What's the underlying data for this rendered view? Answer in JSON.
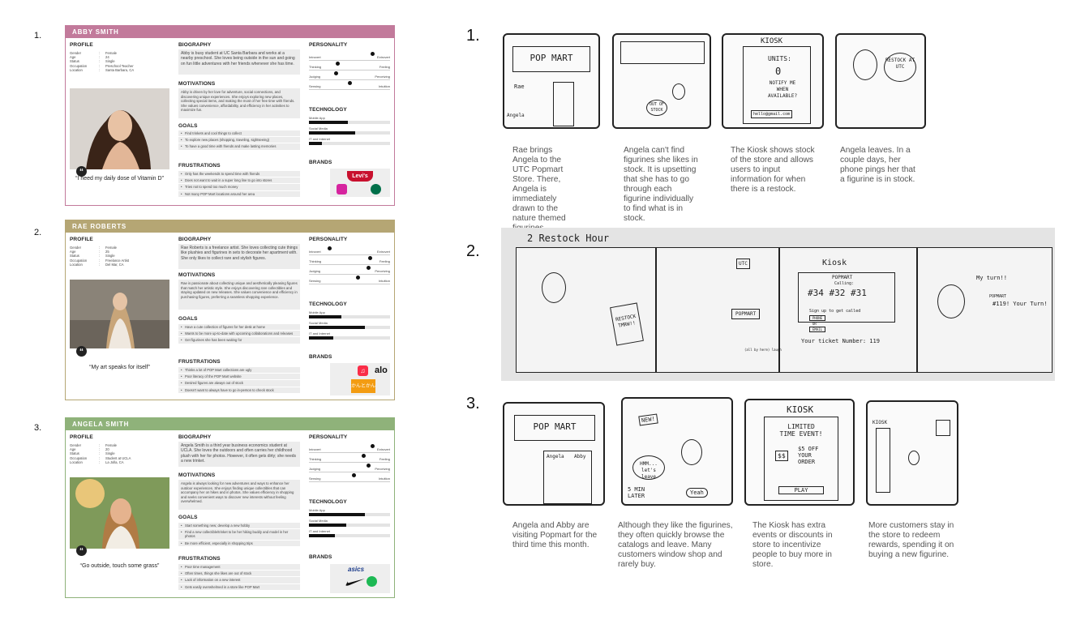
{
  "personas": [
    {
      "index": "1.",
      "name": "ABBY SMITH",
      "color": "#c27a9b",
      "profile_title": "PROFILE",
      "profile": [
        [
          "Gender",
          "Female"
        ],
        [
          "Age",
          "24"
        ],
        [
          "Status",
          "Single"
        ],
        [
          "Occupation",
          "Preschool Teacher"
        ],
        [
          "Location",
          "Santa Barbara, CA"
        ]
      ],
      "quote": "“I need my daily dose of Vitamin D”",
      "biography_title": "BIOGRAPHY",
      "biography": "Abby is busy student at UC Santa Barbara and works at a nearby preschool. She loves being outside in the sun and going on fun little adventures with her friends whenever she has time.",
      "motivations_title": "MOTIVATIONS",
      "motivations": "Abby is driven by her love for adventure, social connections, and discovering unique experiences. She enjoys exploring new places, collecting special items, and making the most of her free time with friends. She values convenience, affordability, and efficiency in her activities to maximize fun.",
      "goals_title": "GOALS",
      "goals": [
        "Find trinkets and cool things to collect",
        "To explore new places (shopping, traveling, sightseeing)",
        "To have a good time with friends and make lasting memories"
      ],
      "frustrations_title": "FRUSTRATIONS",
      "frustrations": [
        "Only has the weekends to spend time with friends",
        "Does not want to wait in a super long line to go into stores",
        "Tries not to spend too much money",
        "Not many POP Mart locations around her area"
      ],
      "personality_title": "PERSONALITY",
      "personality": [
        {
          "left": "Introvert",
          "right": "Extrovert",
          "value": 0.78
        },
        {
          "left": "Thinking",
          "right": "Feeling",
          "value": 0.35
        },
        {
          "left": "Judging",
          "right": "Perceiving",
          "value": 0.33
        },
        {
          "left": "Sensing",
          "right": "Intuition",
          "value": 0.5
        }
      ],
      "technology_title": "TECHNOLOGY",
      "technology": [
        {
          "label": "Mobile App",
          "value": 0.48
        },
        {
          "label": "Social Media",
          "value": 0.57
        },
        {
          "label": "IT and Internet",
          "value": 0.16
        }
      ],
      "brands_title": "BRANDS",
      "brands": [
        "Levi's",
        "Instagram",
        "Starbucks"
      ]
    },
    {
      "index": "2.",
      "name": "RAE ROBERTS",
      "color": "#b5a674",
      "profile_title": "PROFILE",
      "profile": [
        [
          "Gender",
          "Female"
        ],
        [
          "Age",
          "25"
        ],
        [
          "Status",
          "Single"
        ],
        [
          "Occupation",
          "Freelance Artist"
        ],
        [
          "Location",
          "Del Mar, CA"
        ]
      ],
      "quote": "“My art speaks for itself”",
      "biography_title": "BIOGRAPHY",
      "biography": "Rae Roberts is a freelance artist. She loves collecting cute things like plushies and figurines in sets to decorate her apartment with. She only likes to collect rare and stylish figures.",
      "motivations_title": "MOTIVATIONS",
      "motivations": "Rae is passionate about collecting unique and aesthetically pleasing figures that match her artistic style. She enjoys discovering rare collectibles and staying updated on new releases. She values convenience and efficiency in purchasing figures, preferring a seamless shopping experience.",
      "goals_title": "GOALS",
      "goals": [
        "Have a cute collection of figures for her desk at home",
        "Wants to be more up-to-date with upcoming collaborations and releases",
        "Get figurines she has been waiting for"
      ],
      "frustrations_title": "FRUSTRATIONS",
      "frustrations": [
        "Thinks a lot of POP Mart collections are ugly",
        "Poor literacy of the POP Mart website",
        "Desired figures are always out of stock",
        "Doesn't want to always have to go in-person to check stock"
      ],
      "personality_title": "PERSONALITY",
      "personality": [
        {
          "left": "Introvert",
          "right": "Extrovert",
          "value": 0.25
        },
        {
          "left": "Thinking",
          "right": "Feeling",
          "value": 0.75
        },
        {
          "left": "Judging",
          "right": "Perceiving",
          "value": 0.73
        },
        {
          "left": "Sensing",
          "right": "Intuition",
          "value": 0.6
        }
      ],
      "technology_title": "TECHNOLOGY",
      "technology": [
        {
          "label": "Mobile App",
          "value": 0.4
        },
        {
          "label": "Social Media",
          "value": 0.69
        },
        {
          "label": "IT and Internet",
          "value": 0.3
        }
      ],
      "brands_title": "BRANDS",
      "brands": [
        "Apple Music",
        "alo",
        "かんとかん"
      ]
    },
    {
      "index": "3.",
      "name": "ANGELA SMITH",
      "color": "#8fb27a",
      "profile_title": "PROFILE",
      "profile": [
        [
          "Gender",
          "Female"
        ],
        [
          "Age",
          "20"
        ],
        [
          "Status",
          "Single"
        ],
        [
          "Occupation",
          "Student at UCLA"
        ],
        [
          "Location",
          "La Jolla, CA"
        ]
      ],
      "quote": "“Go outside, touch some grass”",
      "biography_title": "BIOGRAPHY",
      "biography": "Angela Smith is a third year business economics student at UCLA. She loves the outdoors and often carries her childhood plush with her for photos. However, it often gets dirty; she needs a new trinket.",
      "motivations_title": "MOTIVATIONS",
      "motivations": "Angela is always looking for new adventures and ways to enhance her outdoor experiences. She enjoys finding unique collectibles that can accompany her on hikes and in photos. She values efficiency in shopping and seeks convenient ways to discover new interests without feeling overwhelmed.",
      "goals_title": "GOALS",
      "goals": [
        "Start something new; develop a new hobby",
        "Find a new collectible/trinket to be her hiking buddy and model in her photos",
        "Be more efficient, especially in shopping trips"
      ],
      "frustrations_title": "FRUSTRATIONS",
      "frustrations": [
        "Poor time management",
        "Often times, things she likes are out of stock",
        "Lack of information on a new interest",
        "Gets easily overwhelmed in a store like POP Mart"
      ],
      "personality_title": "PERSONALITY",
      "personality": [
        {
          "left": "Introvert",
          "right": "Extrovert",
          "value": 0.78
        },
        {
          "left": "Thinking",
          "right": "Feeling",
          "value": 0.67
        },
        {
          "left": "Judging",
          "right": "Perceiving",
          "value": 0.73
        },
        {
          "left": "Sensing",
          "right": "Intuition",
          "value": 0.55
        }
      ],
      "technology_title": "TECHNOLOGY",
      "technology": [
        {
          "label": "Mobile App",
          "value": 0.69
        },
        {
          "label": "Social Media",
          "value": 0.46
        },
        {
          "label": "IT and Internet",
          "value": 0.32
        }
      ],
      "brands_title": "BRANDS",
      "brands": [
        "asics",
        "Nike",
        "Spotify"
      ]
    }
  ],
  "storyboards": [
    {
      "index": "1.",
      "panels": [
        {
          "sketch": [
            "POP MART",
            "Rae",
            "Angela"
          ],
          "caption": "Rae brings Angela to the UTC Popmart Store. There, Angela is immediately drawn to the nature themed figurines."
        },
        {
          "sketch": [
            "OUT OF STOCK"
          ],
          "caption": "Angela can't find figurines she likes in stock. It is upsetting that she has to go through each figurine individually to find what is in stock."
        },
        {
          "sketch": [
            "KIOSK",
            "UNITS:",
            "0",
            "NOTIFY ME WHEN AVAILABLE?",
            "hello@gmail.com"
          ],
          "caption": "The Kiosk shows stock of the store and allows users to input information for when there is a restock."
        },
        {
          "sketch": [
            "RESTOCK AT UTC"
          ],
          "caption": "Angela leaves. In a couple days, her phone pings her that a figurine is in stock."
        }
      ]
    },
    {
      "index": "2.",
      "title": "2 Restock Hour",
      "panels": [
        {
          "sketch": [
            "RESTOCK TMRW!!"
          ]
        },
        {
          "sketch": [
            "UTC",
            "POPMART",
            "(all by here) laugh"
          ]
        },
        {
          "sketch": [
            "Kiosk",
            "POPMART",
            "Calling:",
            "#34  #32  #31",
            "Sign up to get called",
            "PHONE",
            "OR",
            "EMAIL",
            "Your ticket Number: 119"
          ]
        },
        {
          "sketch": [
            "My turn!!",
            "POPMART",
            "#119! Your Turn!"
          ]
        }
      ]
    },
    {
      "index": "3.",
      "panels": [
        {
          "sketch": [
            "POP MART",
            "Angela",
            "Abby"
          ],
          "caption": "Angela and Abby are visiting Popmart for the third time this month."
        },
        {
          "sketch": [
            "NEW!",
            "HMM... let's leave",
            "5 MIN LATER",
            "Yeah"
          ],
          "caption": "Although they like the figurines, they often quickly browse the catalogs and leave. Many customers window shop and rarely buy."
        },
        {
          "sketch": [
            "KIOSK",
            "LIMITED TIME EVENT!",
            "$$",
            "$5 OFF YOUR ORDER",
            "PLAY"
          ],
          "caption": "The Kiosk has extra events or discounts in store to incentivize people to buy more in store."
        },
        {
          "sketch": [
            "KIOSK"
          ],
          "caption": "More customers stay in the store to redeem rewards, spending it on buying a new figurine."
        }
      ]
    }
  ]
}
